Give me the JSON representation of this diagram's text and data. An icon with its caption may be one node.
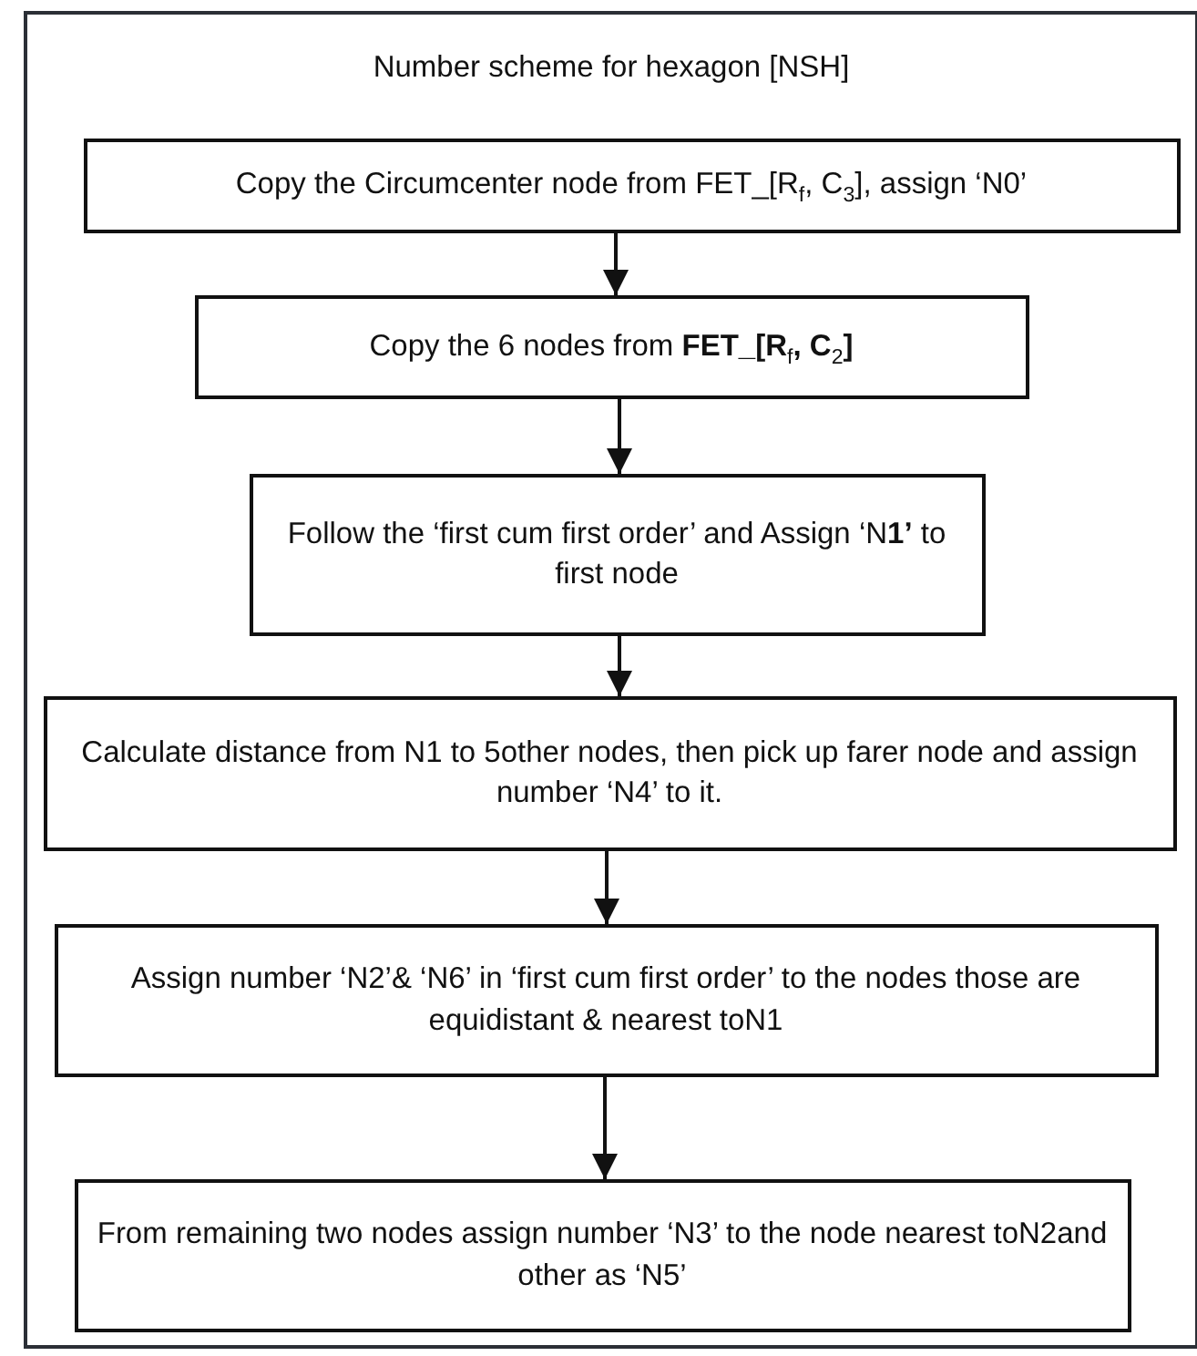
{
  "diagram": {
    "nodes": [
      {
        "text": [
          "Number scheme for hexagon [NSH]"
        ]
      },
      {
        "text": [
          "Copy the Circumcenter node from FET_[R$_{f}$, C$_{3}$], assign ‘N0’"
        ],
        "in": 0
      },
      {
        "text": [
          "Copy the 6 nodes from **FET_[R**$_{f}$**, C**$_{2}$**]**"
        ],
        "in": 0
      },
      {
        "text": [
          "Follow the ‘first cum first order’ and Assign ‘N**1’** to first node"
        ],
        "in": 0
      },
      {
        "text": [
          "Calculate distance from N1 to 5other nodes, then pick up farer node and assign number ‘N4’ to it."
        ],
        "in": 0
      },
      {
        "text": [
          "Assign number ‘N2’& ‘N6’ in ‘first cum first order’ to the nodes those are equidistant & nearest toN1"
        ],
        "in": 0
      },
      {
        "text": [
          "From remaining two nodes assign number ‘N3’ to the node nearest toN2and other as ‘N5’"
        ],
        "in": 0
      }
    ],
    "edges": [
      {
        "from": 1,
        "to": 2,
        "arrow": "to"
      },
      {
        "from": 2,
        "to": 3,
        "arrow": "to"
      },
      {
        "from": 3,
        "to": 4,
        "arrow": "to"
      },
      {
        "from": 4,
        "to": 5,
        "arrow": "to"
      },
      {
        "from": 5,
        "to": 6,
        "arrow": "to"
      }
    ]
  }
}
